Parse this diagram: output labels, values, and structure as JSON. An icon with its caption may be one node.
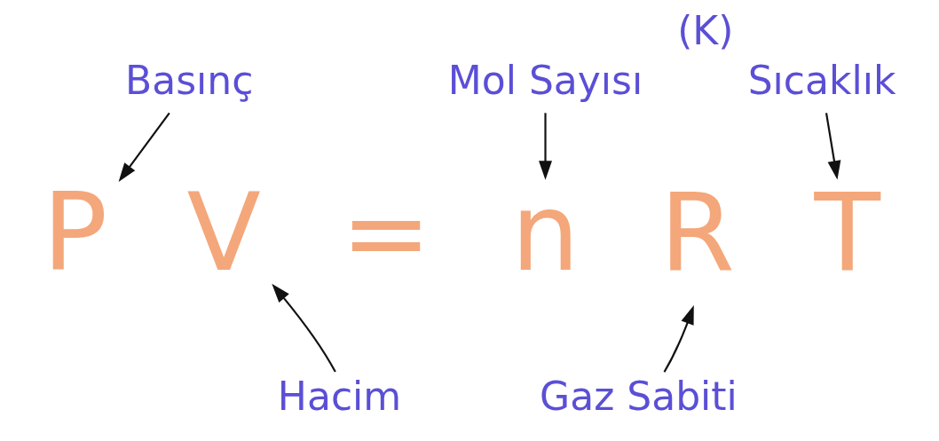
{
  "diagram": {
    "nodes": [
      {
        "text": [
          "Basınç"
        ]
      },
      {
        "text": [
          "Mol Sayısı"
        ]
      },
      {
        "text": [
          "Sıcaklık"
        ],
        "beside": [
          "(K)"
        ]
      },
      {
        "text": [
          "P"
        ]
      },
      {
        "text": [
          "V"
        ]
      },
      {
        "text": [
          "n"
        ]
      },
      {
        "text": [
          "R"
        ]
      },
      {
        "text": [
          "T"
        ]
      },
      {
        "text": [
          "Hacim"
        ]
      },
      {
        "text": [
          "Gaz Sabiti"
        ]
      }
    ],
    "edges": [
      {
        "from": 0,
        "to": 3,
        "arrow": "to"
      },
      {
        "from": 1,
        "to": 5,
        "arrow": "to"
      },
      {
        "from": 2,
        "to": 7,
        "arrow": "to"
      },
      {
        "from": 8,
        "to": 4,
        "arrow": "to"
      },
      {
        "from": 9,
        "to": 6,
        "arrow": "to"
      }
    ],
    "labels": [
      "="
    ]
  }
}
